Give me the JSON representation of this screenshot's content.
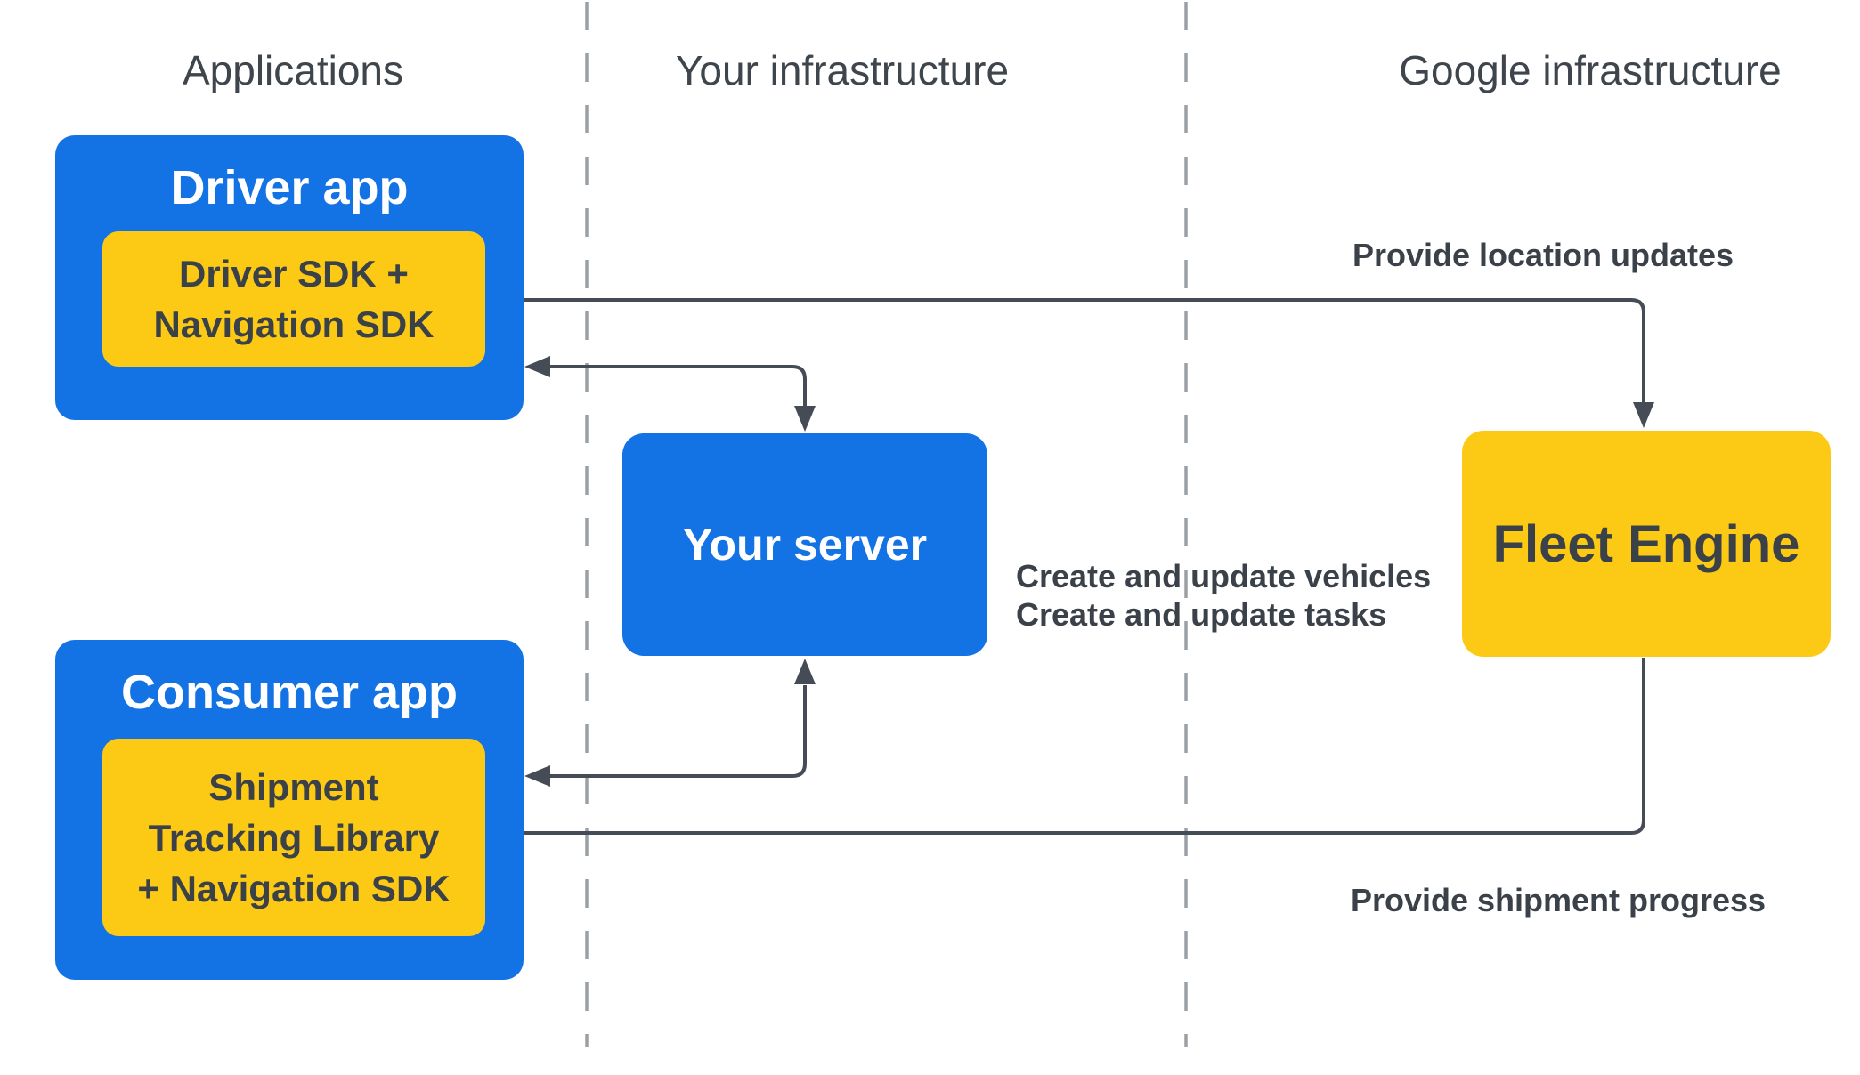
{
  "lanes": [
    {
      "label": "Applications"
    },
    {
      "label": "Your infrastructure"
    },
    {
      "label": "Google infrastructure"
    }
  ],
  "nodes": {
    "driver_app": {
      "title": "Driver app",
      "sdk_lines": [
        "Driver SDK +",
        "Navigation SDK"
      ]
    },
    "consumer_app": {
      "title": "Consumer app",
      "sdk_lines": [
        "Shipment",
        "Tracking Library",
        "+ Navigation SDK"
      ]
    },
    "your_server": {
      "title": "Your server"
    },
    "fleet_engine": {
      "title": "Fleet Engine"
    }
  },
  "edges": {
    "provide_location_updates": {
      "label": "Provide location updates"
    },
    "create_and_update": {
      "lines": [
        "Create and update vehicles",
        "Create and update tasks"
      ]
    },
    "provide_shipment_progress": {
      "label": "Provide shipment progress"
    }
  },
  "colors": {
    "blue": "#1372e4",
    "yellow": "#fcca15",
    "arrow": "#454c55",
    "divider": "#9aa0a6",
    "heading-text": "#3f454d",
    "dark-text": "#3b4149",
    "white-text": "#ffffff",
    "background": "#ffffff"
  }
}
